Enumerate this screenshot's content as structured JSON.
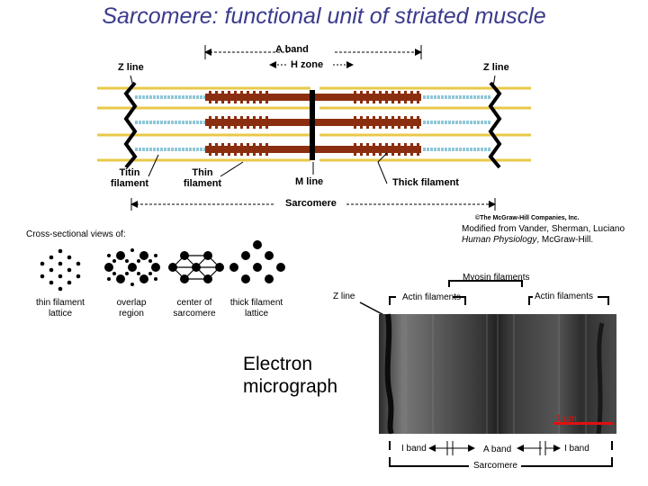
{
  "title": "Sarcomere: functional unit of striated muscle",
  "diagram": {
    "a_band": "A band",
    "h_zone": "H zone",
    "z_line_left": "Z line",
    "z_line_right": "Z line",
    "titin_filament": "Titin\nfilament",
    "thin_filament": "Thin\nfilament",
    "m_line": "M line",
    "thick_filament": "Thick filament",
    "sarcomere": "Sarcomere",
    "copyright": "©The McGraw-Hill Companies, Inc."
  },
  "credit": {
    "line1": "Modified from Vander, Sherman, Luciano",
    "book": "Human Physiology",
    "publisher": ", McGraw-Hill."
  },
  "cross_section": {
    "heading": "Cross-sectional views of:",
    "labels": [
      "thin filament\nlattice",
      "overlap\nregion",
      "center of\nsarcomere",
      "thick filament\nlattice"
    ]
  },
  "micrograph": {
    "caption": "Electron\nmicrograph",
    "myosin_filaments": "Myosin filaments",
    "actin_left": "Actin filaments",
    "actin_right": "Actin filaments",
    "z_line": "Z line",
    "scale": "1 µm",
    "i_band_left": "I band",
    "a_band": "A band",
    "i_band_right": "I band",
    "sarcomere": "Sarcomere"
  },
  "colors": {
    "title": "#3a3a8c",
    "thin_filament": "#e8c94a",
    "thick_filament": "#8b2e10",
    "titin": "#8fc7d8",
    "z_line": "#000000",
    "scale_bar": "#e01010"
  }
}
